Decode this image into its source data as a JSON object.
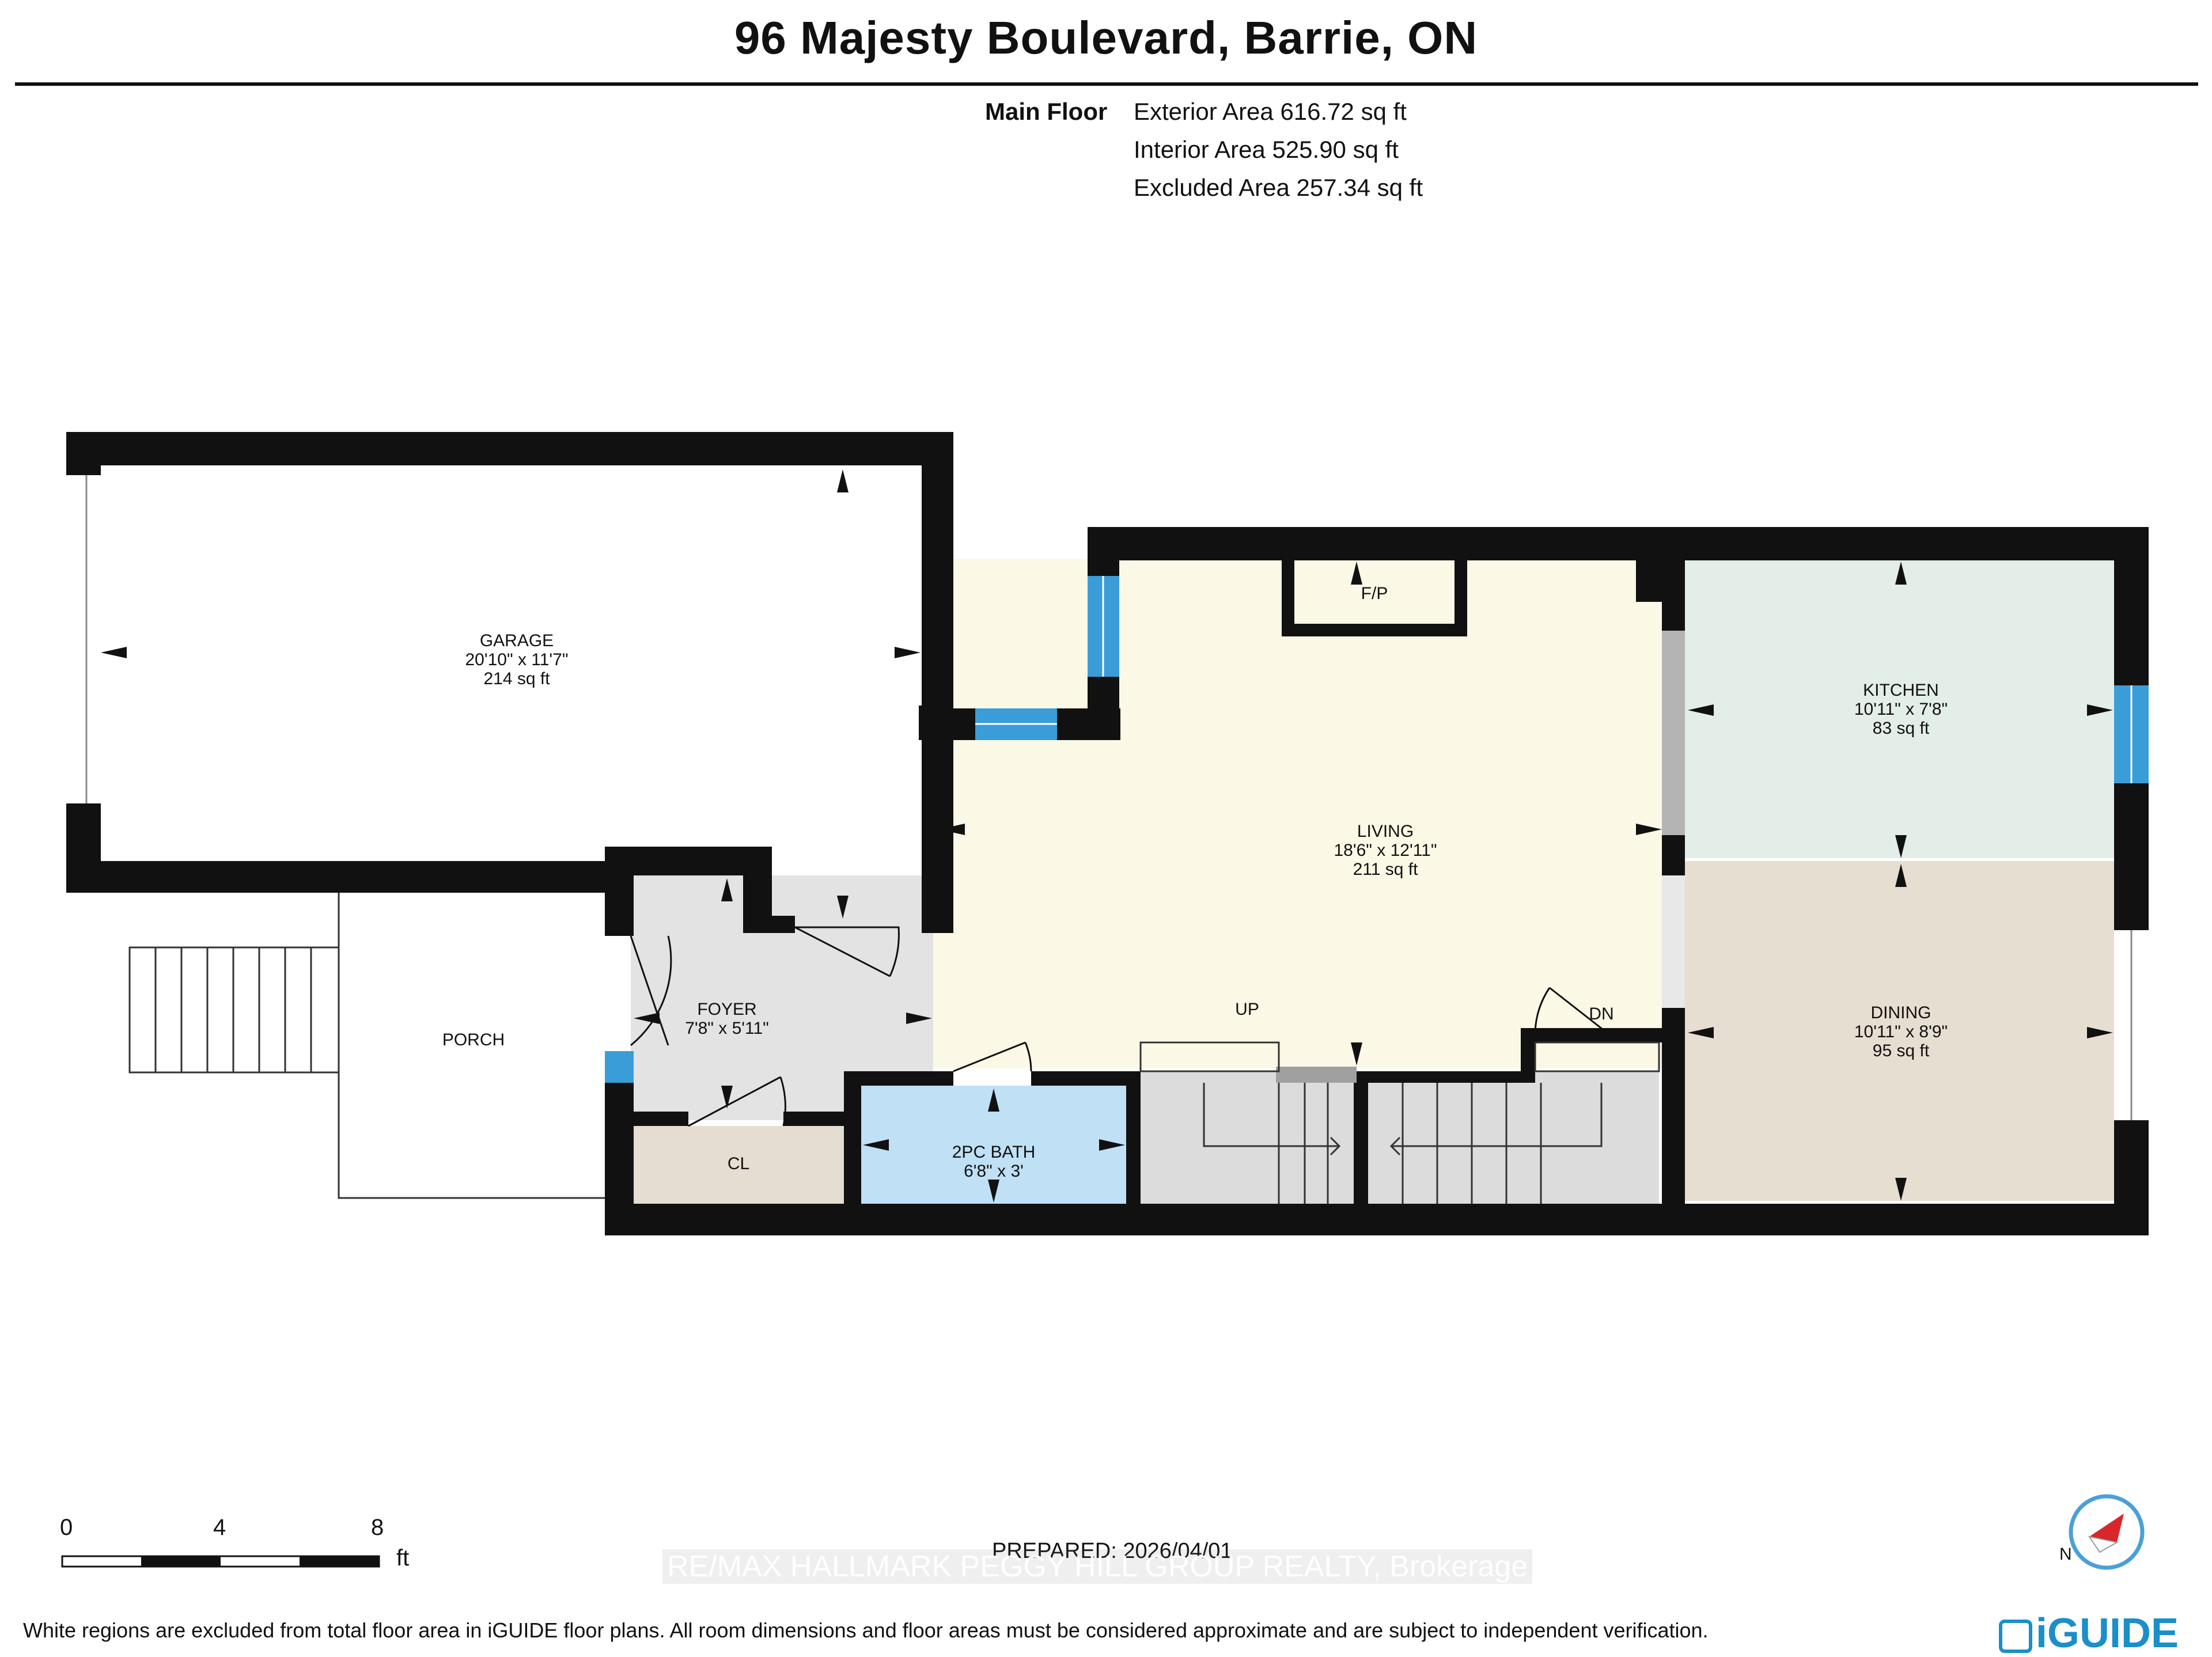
{
  "header": {
    "title": "96 Majesty Boulevard, Barrie, ON"
  },
  "floor_summary": {
    "floor_name": "Main Floor",
    "exterior_area": "Exterior Area 616.72 sq ft",
    "interior_area": "Interior Area 525.90 sq ft",
    "excluded_area": "Excluded Area 257.34 sq ft"
  },
  "rooms": {
    "garage": {
      "name": "GARAGE",
      "dims": "20'10\" x 11'7\"",
      "area": "214 sq ft"
    },
    "living": {
      "name": "LIVING",
      "dims": "18'6\" x 12'11\"",
      "area": "211 sq ft"
    },
    "kitchen": {
      "name": "KITCHEN",
      "dims": "10'11\" x 7'8\"",
      "area": "83 sq ft"
    },
    "dining": {
      "name": "DINING",
      "dims": "10'11\" x 8'9\"",
      "area": "95 sq ft"
    },
    "foyer": {
      "name": "FOYER",
      "dims": "7'8\" x 5'11\""
    },
    "bath": {
      "name": "2PC BATH",
      "dims": "6'8\" x 3'"
    },
    "porch": {
      "name": "PORCH"
    },
    "closet": {
      "name": "CL"
    },
    "fireplace": {
      "name": "F/P"
    },
    "stairs_up": {
      "name": "UP"
    },
    "stairs_down": {
      "name": "DN"
    }
  },
  "colors": {
    "wall": "#111111",
    "living": "#fcf8e6",
    "kitchen": "#e4eee8",
    "dining": "#e7ded2",
    "foyer": "#e3e3e3",
    "bath": "#bfe0f5",
    "closet": "#e5ddd2",
    "window": "#3a9dd8",
    "brand": "#1a8fc9",
    "compass_needle": "#d9262b"
  },
  "scale_bar": {
    "ticks": [
      "0",
      "4",
      "8"
    ],
    "unit": "ft"
  },
  "footer": {
    "prepared": "PREPARED: 2026/04/01",
    "watermark": "RE/MAX HALLMARK PEGGY HILL GROUP REALTY, Brokerage",
    "disclaimer": "White regions are excluded from total floor area in iGUIDE floor plans. All room dimensions and floor areas must be considered approximate and are subject to independent verification.",
    "brand": "iGUIDE",
    "compass_letter": "N"
  }
}
